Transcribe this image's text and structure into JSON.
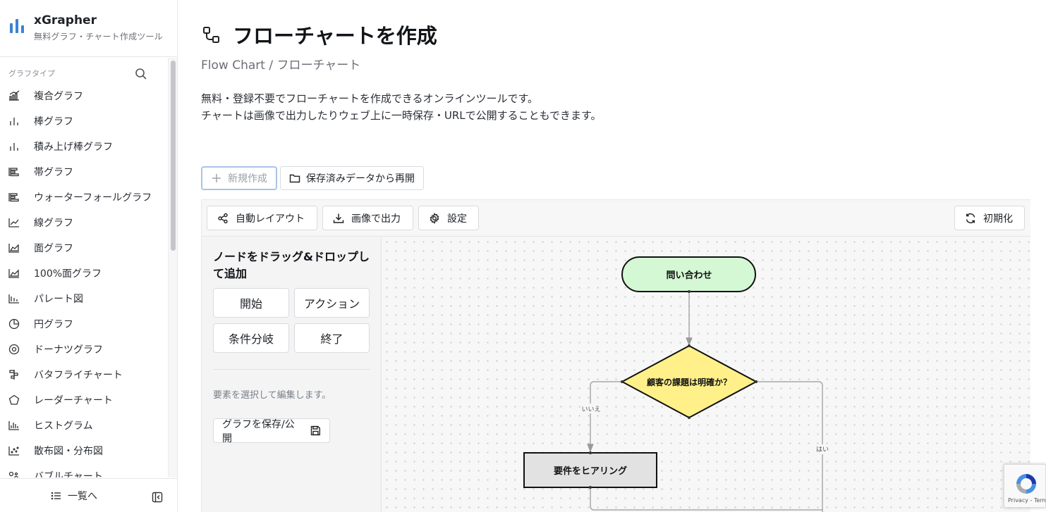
{
  "brand": {
    "name": "xGrapher",
    "tagline": "無料グラフ・チャート作成ツール"
  },
  "sidebar": {
    "section_label": "グラフタイプ",
    "items": [
      {
        "label": "複合グラフ",
        "icon": "combo-chart-icon"
      },
      {
        "label": "棒グラフ",
        "icon": "bar-chart-icon"
      },
      {
        "label": "積み上げ棒グラフ",
        "icon": "stacked-bar-chart-icon"
      },
      {
        "label": "帯グラフ",
        "icon": "band-chart-icon"
      },
      {
        "label": "ウォーターフォールグラフ",
        "icon": "waterfall-chart-icon"
      },
      {
        "label": "線グラフ",
        "icon": "line-chart-icon"
      },
      {
        "label": "面グラフ",
        "icon": "area-chart-icon"
      },
      {
        "label": "100%面グラフ",
        "icon": "area-100-chart-icon"
      },
      {
        "label": "パレート図",
        "icon": "pareto-chart-icon"
      },
      {
        "label": "円グラフ",
        "icon": "pie-chart-icon"
      },
      {
        "label": "ドーナツグラフ",
        "icon": "donut-chart-icon"
      },
      {
        "label": "バタフライチャート",
        "icon": "butterfly-chart-icon"
      },
      {
        "label": "レーダーチャート",
        "icon": "radar-chart-icon"
      },
      {
        "label": "ヒストグラム",
        "icon": "histogram-icon"
      },
      {
        "label": "散布図・分布図",
        "icon": "scatter-chart-icon"
      },
      {
        "label": "バブルチャート",
        "icon": "bubble-chart-icon"
      }
    ],
    "footer_link": "一覧へ"
  },
  "page": {
    "title": "フローチャートを作成",
    "subtitle": "Flow Chart / フローチャート",
    "desc_line1": "無料・登録不要でフローチャートを作成できるオンラインツールです。",
    "desc_line2": "チャートは画像で出力したりウェブ上に一時保存・URLで公開することもできます。"
  },
  "actions": {
    "new": "新規作成",
    "load": "保存済みデータから再開"
  },
  "toolbar": {
    "auto_layout": "自動レイアウト",
    "export": "画像で出力",
    "settings": "設定",
    "reset": "初期化"
  },
  "palette": {
    "title": "ノードをドラッグ&ドロップして追加",
    "nodes": {
      "start": "開始",
      "action": "アクション",
      "condition": "条件分岐",
      "end": "終了"
    },
    "hint": "要素を選択して編集します。",
    "save": "グラフを保存/公開"
  },
  "flow": {
    "start_node": "問い合わせ",
    "decision_node": "顧客の課題は明確か？",
    "action_node": "要件をヒアリング",
    "edge_no": "いいえ",
    "edge_yes": "はい",
    "colors": {
      "start": "#d4f7d4",
      "decision": "#fff08a",
      "action": "#e2e2e2"
    }
  },
  "recaptcha": {
    "links": "Privacy - Terms"
  }
}
